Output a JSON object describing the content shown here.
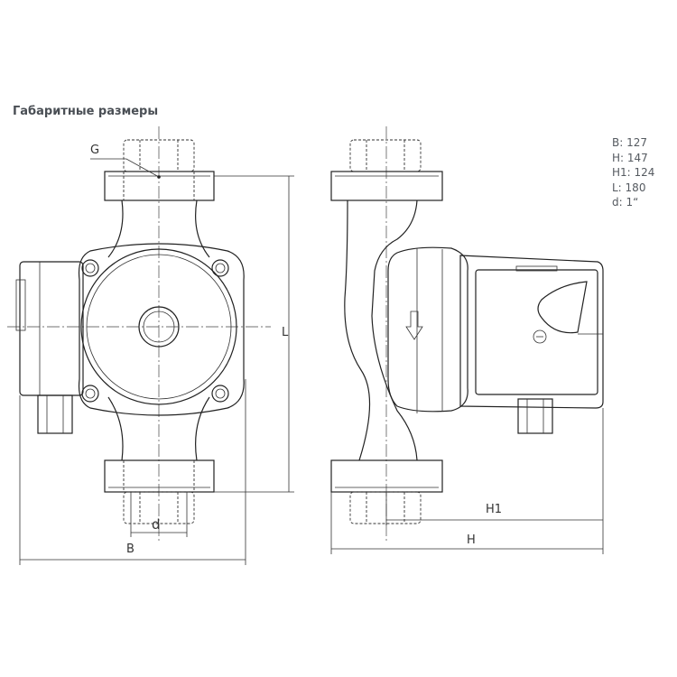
{
  "header": {
    "title": "Габаритные размеры"
  },
  "specs": [
    {
      "text": "B: 127"
    },
    {
      "text": "H: 147"
    },
    {
      "text": "H1: 124"
    },
    {
      "text": "L: 180"
    },
    {
      "text": "d: 1“"
    }
  ],
  "drawing": {
    "labels": {
      "G": "G",
      "L": "L",
      "d": "d",
      "B": "B",
      "H1": "H1",
      "H": "H"
    }
  }
}
